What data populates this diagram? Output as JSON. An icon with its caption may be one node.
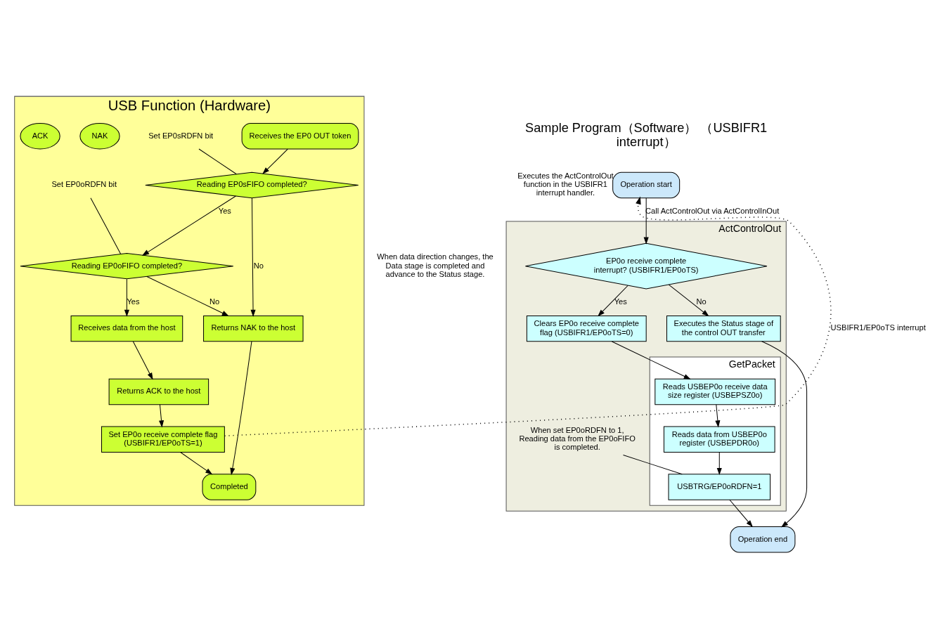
{
  "diagram": {
    "nodes": [
      {
        "text": [
          "USB Function (Hardware)"
        ]
      },
      {
        "text": [
          "Receives the EP0 OUT token"
        ],
        "in": 0
      },
      {
        "text": [
          "Reading EP0sFIFO completed?"
        ],
        "in": 0
      },
      {
        "text": [
          "Set EP0sRDFN bit"
        ],
        "in": 0
      },
      {
        "text": [
          "Reading EP0oFIFO completed?"
        ],
        "in": 0
      },
      {
        "text": [
          "Set EP0oRDFN bit"
        ],
        "in": 0
      },
      {
        "text": [
          "Receives data from the host"
        ],
        "in": 0
      },
      {
        "text": [
          "NAK"
        ],
        "in": 0
      },
      {
        "text": [
          "Returns NAK to the host"
        ],
        "in": 0
      },
      {
        "text": [
          "ACK"
        ],
        "in": 0
      },
      {
        "text": [
          "Returns ACK to the host"
        ],
        "in": 0
      },
      {
        "text": [
          "Set EP0o receive complete flag (USBIFR1/EP0oTS=1)"
        ],
        "in": 0
      },
      {
        "text": [
          "Completed"
        ],
        "in": 0
      },
      {
        "text": [
          "Operation start"
        ],
        "beside": [
          "Executes the ActControlOut function in the USBIFR1 interrupt handler."
        ]
      },
      {
        "text": [
          "ActControlOut"
        ]
      },
      {
        "text": [
          "EP0o receive complete interrupt? (USBIFR1/EP0oTS)"
        ],
        "in": 14
      },
      {
        "text": [
          "Executes the Status stage of the control OUT transfer"
        ],
        "in": 14
      },
      {
        "text": [
          "Clears EP0o receive complete flag (USBIFR1/EP0oTS=0)"
        ],
        "in": 14
      },
      {
        "text": [
          "GetPacket"
        ],
        "in": 14
      },
      {
        "text": [
          "Reads USBEP0o receive data size register (USBEPSZ0o)"
        ],
        "in": 18
      },
      {
        "text": [
          "Reads data from USBEP0o register (USBEPDR0o)"
        ],
        "in": 18
      },
      {
        "text": [
          "USBTRG/EP0oRDFN=1"
        ],
        "in": 18
      },
      {
        "text": [
          "When set EP0oRDFN to 1, Reading data from the EP0oFIFO is completed."
        ],
        "in": 14
      },
      {
        "text": [
          "Operation end"
        ]
      }
    ],
    "edges": [
      {
        "from": 1,
        "to": 2,
        "arrow": "to"
      },
      {
        "from": 3,
        "to": 2,
        "arrow": "none"
      },
      {
        "from": 2,
        "to": 4,
        "arrow": "to",
        "label": "Yes"
      },
      {
        "from": 2,
        "to": 8,
        "arrow": "to",
        "label": "No"
      },
      {
        "from": 5,
        "to": 4,
        "arrow": "none"
      },
      {
        "from": 4,
        "to": 8,
        "arrow": "to",
        "label": "No"
      },
      {
        "from": 4,
        "to": 6,
        "arrow": "to",
        "label": "Yes"
      },
      {
        "from": 6,
        "to": 10,
        "arrow": "to"
      },
      {
        "from": 10,
        "to": 11,
        "arrow": "to"
      },
      {
        "from": 11,
        "to": 12,
        "arrow": "to"
      },
      {
        "from": 8,
        "to": 12,
        "arrow": "to"
      },
      {
        "from": 11,
        "to": 13,
        "arrow": "to",
        "label": "USBIFR1/EP0oTS interrupt",
        "style": "dashed"
      },
      {
        "from": 13,
        "to": 15,
        "arrow": "to",
        "label": "Call ActControlOut via ActControlInOut"
      },
      {
        "from": 15,
        "to": 17,
        "arrow": "to",
        "label": "Yes"
      },
      {
        "from": 15,
        "to": 16,
        "arrow": "to",
        "label": "No"
      },
      {
        "from": 17,
        "to": 19,
        "arrow": "to"
      },
      {
        "from": 19,
        "to": 20,
        "arrow": "to"
      },
      {
        "from": 20,
        "to": 21,
        "arrow": "to"
      },
      {
        "from": 22,
        "to": 21,
        "arrow": "none"
      },
      {
        "from": 21,
        "to": 23,
        "arrow": "to"
      },
      {
        "from": 16,
        "to": 23,
        "arrow": "to"
      }
    ],
    "labels": [
      "Sample Program（Software） （USBIFR1 interrupt）",
      "When data direction changes, the Data stage is completed and advance to the Status stage."
    ]
  }
}
